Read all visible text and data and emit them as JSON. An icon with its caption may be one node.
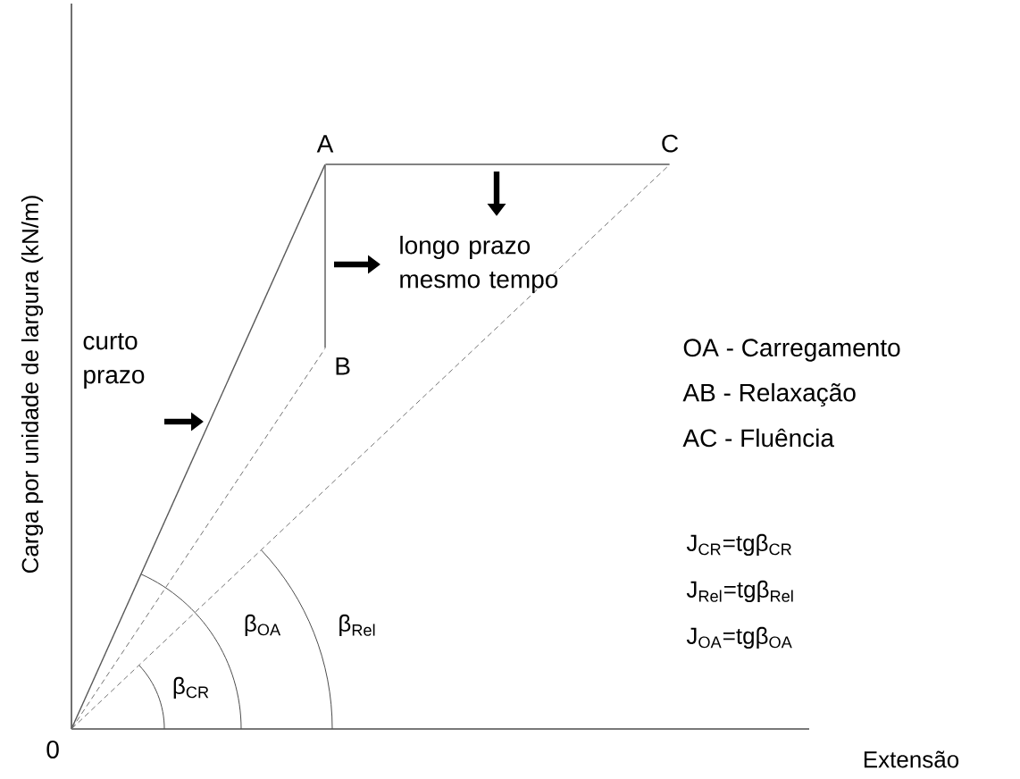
{
  "diagram": {
    "nodes": [
      {
        "text": [
          "0"
        ]
      },
      {
        "text": [
          "A"
        ]
      },
      {
        "text": [
          "B"
        ]
      },
      {
        "text": [
          "C"
        ]
      }
    ],
    "edges": [
      {
        "from": 0,
        "to": 1,
        "arrow": "none"
      },
      {
        "from": 1,
        "to": 2,
        "arrow": "none"
      },
      {
        "from": 1,
        "to": 3,
        "arrow": "none"
      },
      {
        "from": 0,
        "to": 2,
        "arrow": "none",
        "style": "dashed"
      },
      {
        "from": 0,
        "to": 3,
        "arrow": "none",
        "style": "dashed"
      }
    ],
    "labels": [
      "Carga por unidade de largura (kN/m)",
      "curto prazo",
      "longo prazo mesmo tempo",
      "OA - Carregamento",
      "AB - Relaxação",
      "AC - Fluência",
      "J$_{CR}$=tgβ$_{CR}$",
      "J$_{Rel}$=tgβ$_{Rel}$",
      "J$_{OA}$=tgβ$_{OA}$",
      "β$_{CR}$",
      "β$_{OA}$",
      "β$_{Rel}$",
      "Extensão"
    ]
  }
}
